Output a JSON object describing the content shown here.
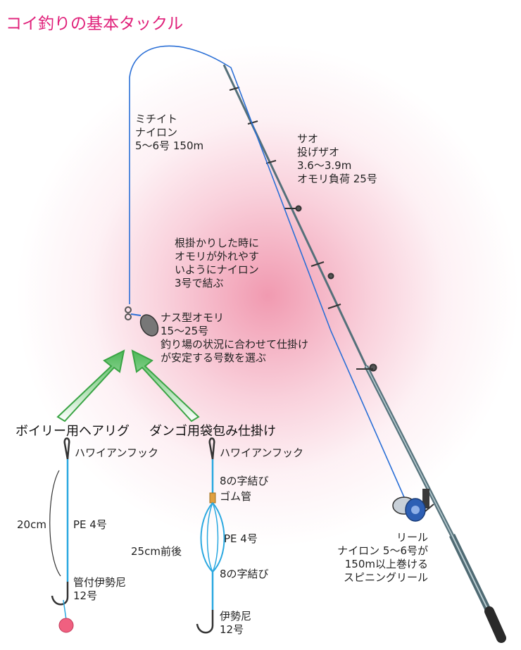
{
  "title": "コイ釣りの基本タックル",
  "labels": {
    "michiito": "ミチイト\nナイロン\n5〜6号 150m",
    "sao": "サオ\n投げザオ\n3.6〜3.9m\nオモリ負荷 25号",
    "negakari": "根掛かりした時に\nオモリが外れやす\nいようにナイロン\n3号で結ぶ",
    "omori": "ナス型オモリ\n15〜25号\n釣り場の状況に合わせて仕掛け\nが安定する号数を選ぶ",
    "reel": "リール\nナイロン 5〜6号が\n150m以上巻ける\nスピニングリール"
  },
  "rig_left": {
    "title": "ボイリー用ヘアリグ",
    "hook_top": "ハワイアンフック",
    "length": "20cm",
    "line": "PE 4号",
    "hook": "管付伊勢尼\n12号"
  },
  "rig_right": {
    "title": "ダンゴ用袋包み仕掛け",
    "hook_top": "ハワイアンフック",
    "knot1": "8の字結び",
    "tube": "ゴム管",
    "length": "25cm前後",
    "line": "PE 4号",
    "knot2": "8の字結び",
    "hook": "伊勢尼\n12号"
  },
  "colors": {
    "title": "#e0207a",
    "line": "#2a6fd6",
    "leader": "#2aa8e0",
    "arrow": "#5cc060",
    "rod": "#6e8a92",
    "bead": "#f06080"
  }
}
